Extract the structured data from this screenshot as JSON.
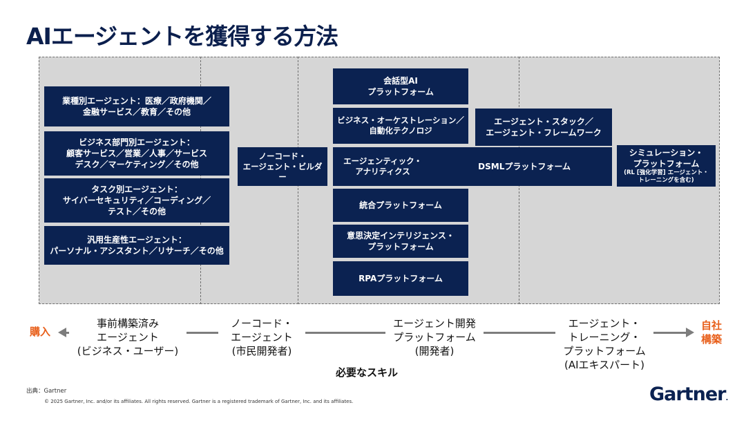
{
  "title": "AIエージェントを獲得する方法",
  "boxes": {
    "industry_agent": "業種別エージェント：医療／政府機関／\n金融サービス／教育／その他",
    "business_dept_agent": "ビジネス部門別エージェント：\n顧客サービス／営業／人事／サービス\nデスク／マーケティング／その他",
    "task_agent": "タスク別エージェント：\nサイバーセキュリティ／コーディング／\nテスト／その他",
    "general_agent": "汎用生産性エージェント：\nパーソナル・アシスタント／リサーチ／その他",
    "nocode_builder": "ノーコード・\nエージェント・ビルダー",
    "conversational_ai": "会話型AI\nプラットフォーム",
    "orchestration": "ビジネス・オーケストレーション／\n自動化テクノロジ",
    "agentic_analytics": "エージェンティック・\nアナリティクス",
    "integration_platform": "統合プラットフォーム",
    "decision_intelligence": "意思決定インテリジェンス・\nプラットフォーム",
    "rpa_platform": "RPAプラットフォーム",
    "agent_stack": "エージェント・スタック／\nエージェント・フレームワーク",
    "dsml_platform": "DSMLプラットフォーム",
    "simulation_platform": "シミュレーション・\nプラットフォーム",
    "simulation_note": "(RL [強化学習] エージェント・\nトレーニングを含む)"
  },
  "axis": {
    "left_end": "購入",
    "right_end": "自社\n構築",
    "labels": [
      "事前構築済み\nエージェント\n(ビジネス・ユーザー)",
      "ノーコード・\nエージェント\n(市民開発者)",
      "エージェント開発\nプラットフォーム\n(開発者)",
      "エージェント・\nトレーニング・\nプラットフォーム\n(AIエキスパート)"
    ],
    "skill_label": "必要なスキル"
  },
  "footer": {
    "source": "出典：Gartner",
    "copyright": "© 2025 Gartner, Inc. and/or its affiliates. All rights reserved. Gartner is a registered trademark of Gartner, Inc. and its affiliates.",
    "logo": "Gartner",
    "logo_mark": "."
  },
  "colors": {
    "title": "#0b1f4d",
    "box": "#0b2251",
    "panel": "#d6d6d6",
    "axis": "#7d7d7d",
    "accent": "#e8601c"
  }
}
